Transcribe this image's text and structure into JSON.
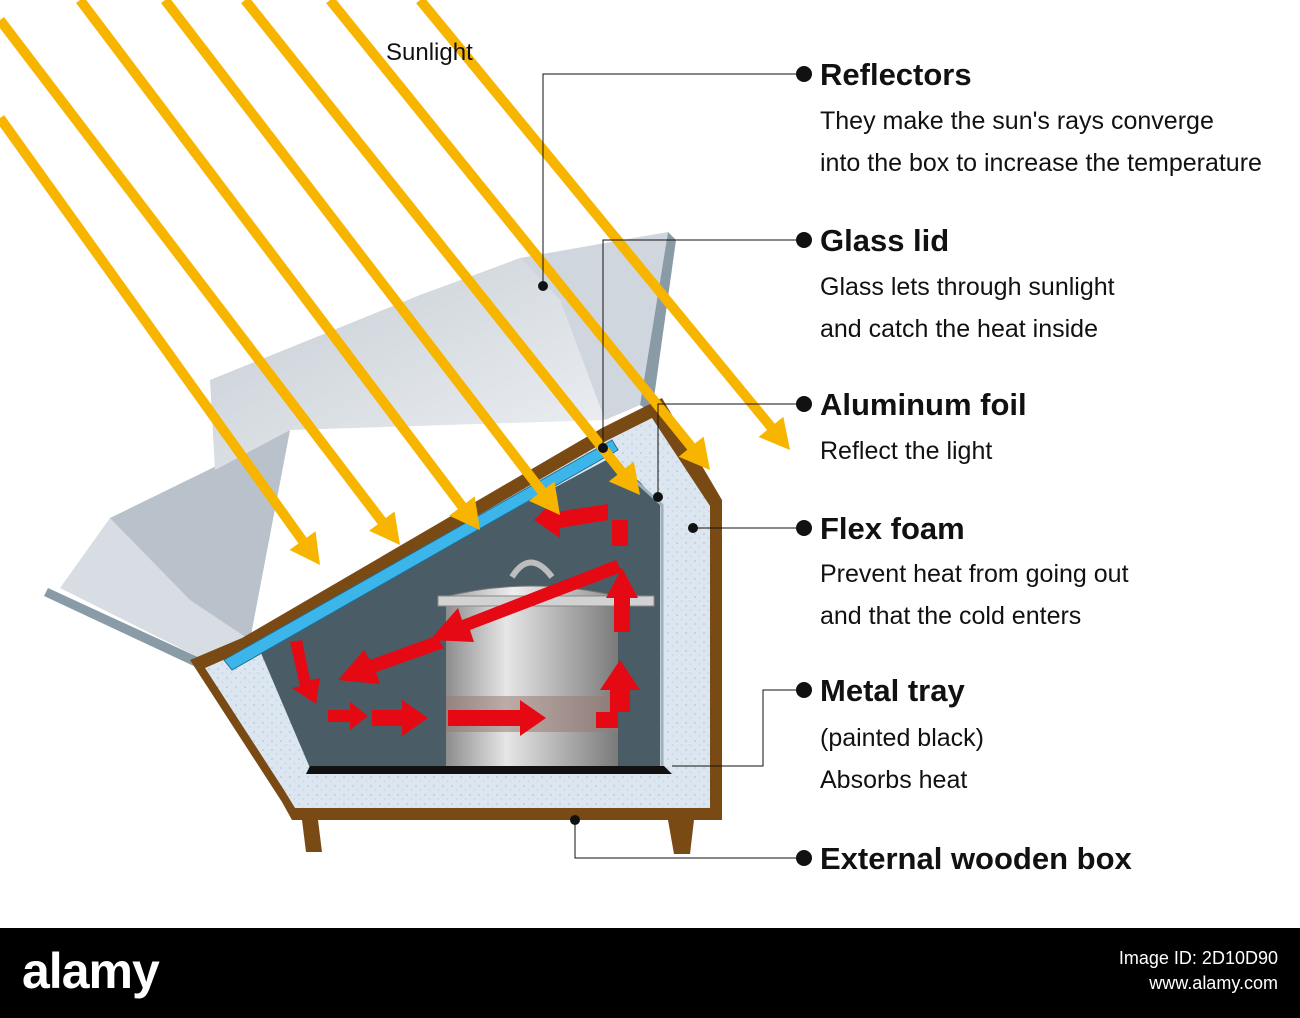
{
  "sunlight_label": "Sunlight",
  "callouts": [
    {
      "title": "Reflectors",
      "lines": [
        "They make the sun's rays converge",
        "into the box to increase the temperature"
      ]
    },
    {
      "title": "Glass lid",
      "lines": [
        "Glass lets through sunlight",
        "and catch the heat inside"
      ]
    },
    {
      "title": "Aluminum foil",
      "lines": [
        "Reflect the light"
      ]
    },
    {
      "title": "Flex foam",
      "lines": [
        "Prevent heat from going out",
        "and that the cold enters"
      ]
    },
    {
      "title": "Metal tray",
      "lines": [
        "(painted black)",
        "Absorbs heat"
      ]
    },
    {
      "title": "External wooden box",
      "lines": []
    }
  ],
  "footer": {
    "brand": "alamy",
    "image_id": "Image ID: 2D10D90",
    "site": "www.alamy.com"
  },
  "colors": {
    "sun_ray": "#F7B500",
    "wood": "#7A4A14",
    "foam": "#DCE6F0",
    "interior": "#4A5C66",
    "glass": "#3CB6EA",
    "heat_arrow": "#E50914"
  }
}
